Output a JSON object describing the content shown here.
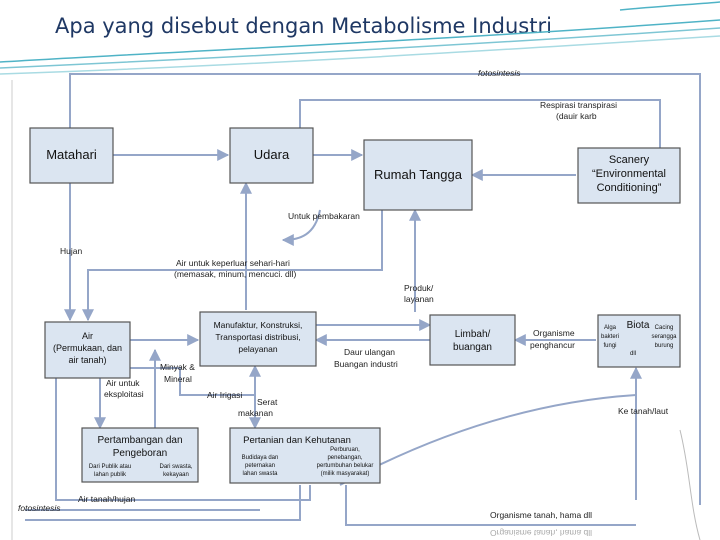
{
  "title": "Apa yang disebut dengan Metabolisme Industri",
  "nodes": {
    "matahari": "Matahari",
    "udara": "Udara",
    "rumah_tangga": "Rumah Tangga",
    "scenery": [
      "Scanery",
      "“Environmental",
      "Conditioning”"
    ],
    "air": [
      "Air",
      "(Permukaan, dan",
      "air tanah)"
    ],
    "manufaktur": [
      "Manufaktur, Konstruksi,",
      "Transportasi distribusi,",
      "pelayanan"
    ],
    "limbah": [
      "Limbah/",
      "buangan"
    ],
    "biota": "Biota",
    "biota_sub": {
      "left": [
        "Alga",
        "bakteri",
        "fungi"
      ],
      "right": [
        "Cacing",
        "serangga",
        "burung"
      ],
      "bottom": "dll"
    },
    "pertambangan": [
      "Pertambangan dan",
      "Pengeboran"
    ],
    "pertambangan_sub": {
      "left": [
        "Dari Publik atau",
        "lahan publik"
      ],
      "right": [
        "Dari swasta,",
        "kekayaan"
      ]
    },
    "pertanian": "Pertanian dan Kehutanan",
    "pertanian_sub": {
      "left": [
        "Budidaya dan",
        "peternakan",
        "lahan swasta"
      ],
      "right": [
        "Perburuan,",
        "penebangan,",
        "pertumbuhan belukar",
        "(milik masyarakat)"
      ]
    }
  },
  "labels": {
    "fotosintesis_top": "fotosintesis",
    "respirasi": [
      "Respirasi transpirasi",
      "(dauir karb"
    ],
    "untuk_pembakaran": "Untuk pembakaran",
    "hujan": "Hujan",
    "air_keperluan": [
      "Air untuk keperluar sehari-hari",
      "(memasak, minum, mencuci. dll)"
    ],
    "produk": [
      "Produk/",
      "layanan"
    ],
    "organisme": [
      "Organisme",
      "penghancur"
    ],
    "daur_ulangan": [
      "Daur ulangan",
      "Buangan industri"
    ],
    "minyak": [
      "Minyak &",
      "Mineral"
    ],
    "air_eksploitasi": [
      "Air untuk",
      "eksploitasi"
    ],
    "air_irigasi": "Air Irigasi",
    "serat": [
      "Serat",
      "makanan"
    ],
    "ke_tanah": "Ke tanah/laut",
    "air_tanah_hujan": "Air tanah/hujan",
    "fotosintesis_bottom": "fotosintesis",
    "organisme_tanah": "Organisme tanah, hama dll",
    "organisme_tanah_reflection": "Organisme tanah, hama dll"
  }
}
